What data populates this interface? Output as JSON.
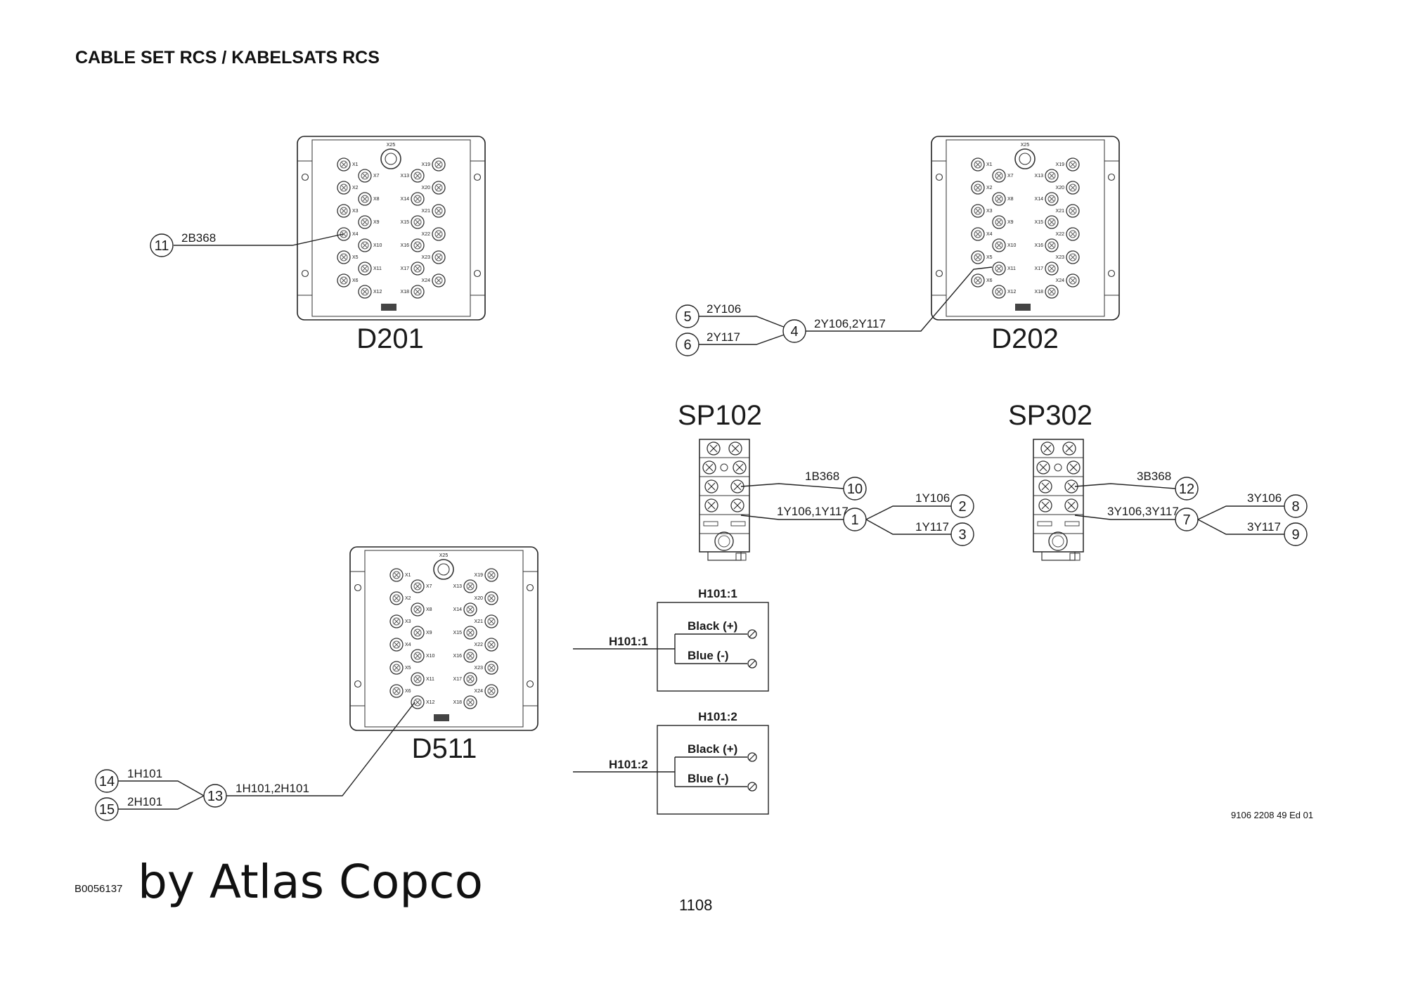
{
  "header": {
    "title": "CABLE SET RCS / KABELSATS RCS"
  },
  "footer": {
    "drawing_ref": "9106 2208 49 Ed 01",
    "image_code": "B0056137",
    "brand": "by Atlas Copco",
    "page_number": "1108"
  },
  "modules": {
    "d201": {
      "label": "D201"
    },
    "d202": {
      "label": "D202"
    },
    "d511": {
      "label": "D511"
    },
    "port_labels": [
      "X1",
      "X2",
      "X3",
      "X4",
      "X5",
      "X6",
      "X7",
      "X8",
      "X9",
      "X10",
      "X11",
      "X12",
      "X13",
      "X14",
      "X15",
      "X16",
      "X17",
      "X18",
      "X19",
      "X20",
      "X21",
      "X22",
      "X23",
      "X24",
      "X25"
    ]
  },
  "splitters": {
    "sp102": {
      "label": "SP102"
    },
    "sp302": {
      "label": "SP302"
    }
  },
  "balloons": {
    "b1": "1",
    "b2": "2",
    "b3": "3",
    "b4": "4",
    "b5": "5",
    "b6": "6",
    "b7": "7",
    "b8": "8",
    "b9": "9",
    "b10": "10",
    "b11": "11",
    "b12": "12",
    "b13": "13",
    "b14": "14",
    "b15": "15"
  },
  "cables": {
    "c_2B368": "2B368",
    "c_2Y106": "2Y106",
    "c_2Y117": "2Y117",
    "c_2Y106_2Y117": "2Y106,2Y117",
    "c_1B368": "1B368",
    "c_1Y106": "1Y106",
    "c_1Y117": "1Y117",
    "c_1Y106_1Y117": "1Y106,1Y117",
    "c_3B368": "3B368",
    "c_3Y106": "3Y106",
    "c_3Y117": "3Y117",
    "c_3Y106_3Y117": "3Y106,3Y117",
    "c_1H101": "1H101",
    "c_2H101": "2H101",
    "c_1H101_2H101": "1H101,2H101"
  },
  "lamps": {
    "h101_1": {
      "title": "H101:1",
      "wire": "H101:1",
      "pin_plus": "Black (+)",
      "pin_minus": "Blue (-)"
    },
    "h101_2": {
      "title": "H101:2",
      "wire": "H101:2",
      "pin_plus": "Black (+)",
      "pin_minus": "Blue (-)"
    }
  }
}
